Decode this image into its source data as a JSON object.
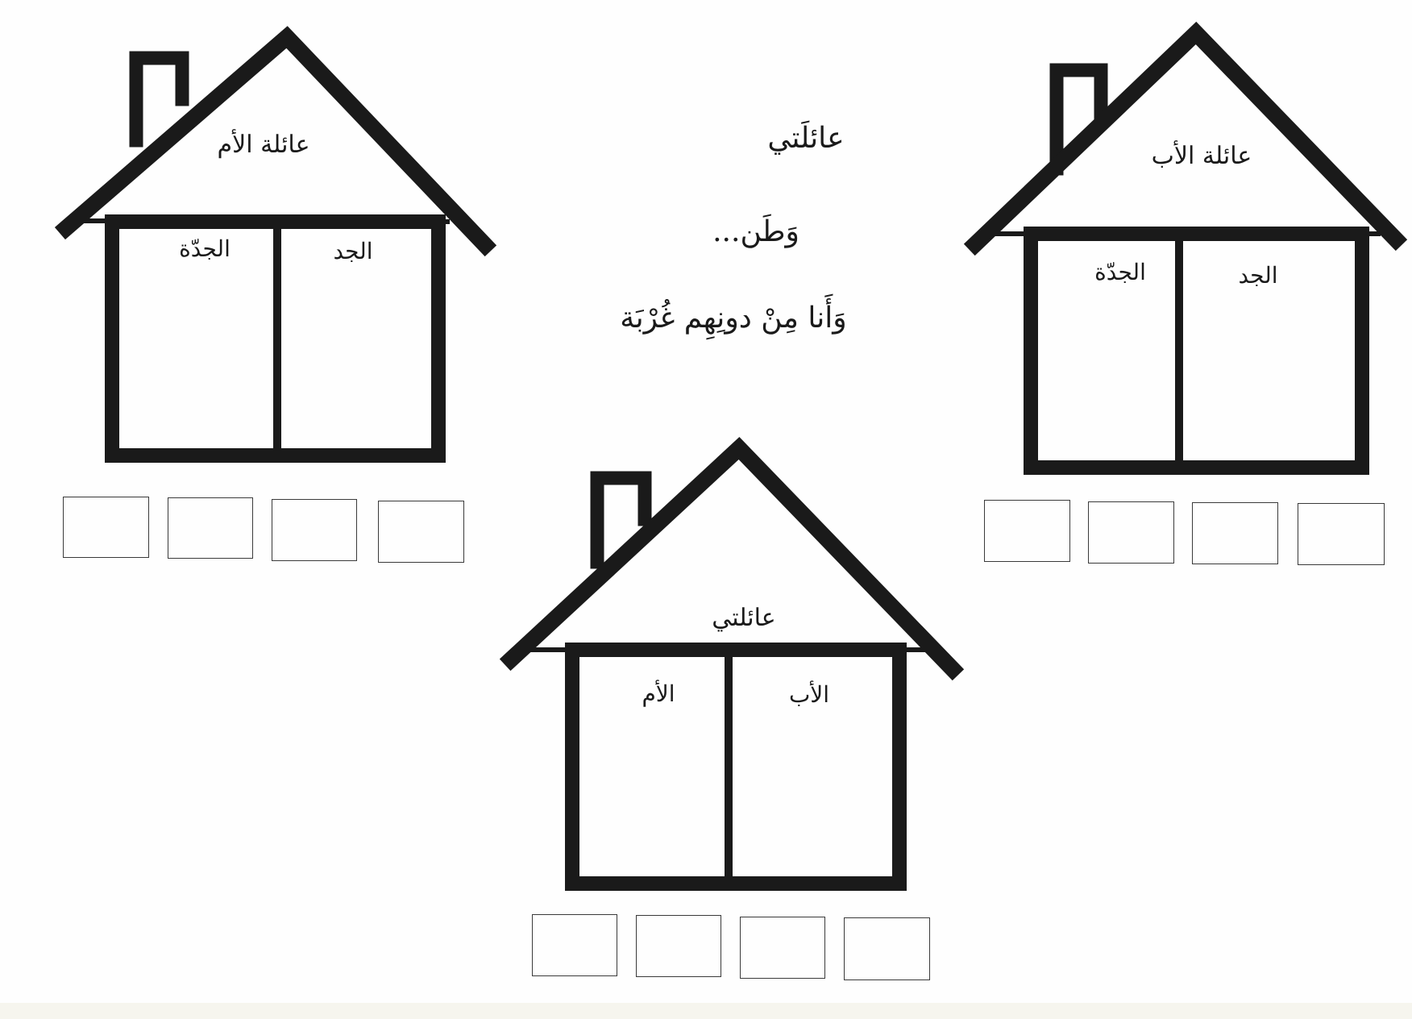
{
  "poem": {
    "line1": "عائلَتي",
    "line2": "وَطَن...",
    "line3": "وَأَنا مِنْ دونِهِم غُرْبَة"
  },
  "houses": {
    "mother_family": {
      "title": "عائلة الأم",
      "right_room": "الجد",
      "left_room": "الجدّة"
    },
    "father_family": {
      "title": "عائلة الأب",
      "right_room": "الجد",
      "left_room": "الجدّة"
    },
    "my_family": {
      "title": "عائلتي",
      "right_room": "الأب",
      "left_room": "الأم"
    }
  },
  "colors": {
    "outline": "#1a1a1a",
    "box_border": "#3a3a3a",
    "paper": "#fefefe"
  }
}
